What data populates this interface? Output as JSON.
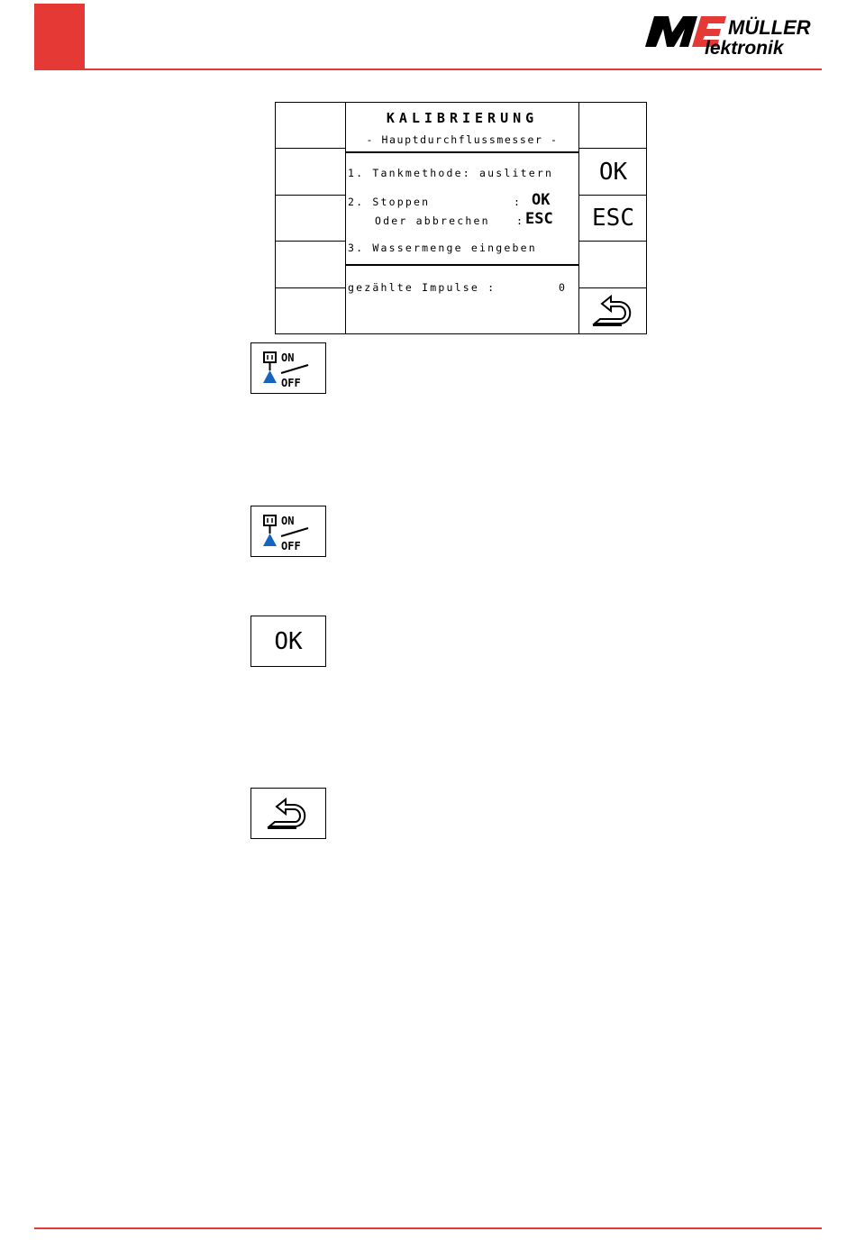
{
  "brand": {
    "logo_top": "MÜLLER",
    "logo_bottom": "lektronik",
    "logo_mark": "ME",
    "accent_color": "#e53935"
  },
  "screen": {
    "title": "KALIBRIERUNG",
    "subtitle": "- Hauptdurchflussmesser -",
    "step1": "1. Tankmethode: auslitern",
    "step2_label": "2. Stoppen",
    "step2_colon": ":",
    "step2_value": "OK",
    "step2b_label": "Oder abbrechen",
    "step2b_colon": ":",
    "step2b_value": "ESC",
    "step3": "3. Wassermenge eingeben",
    "impulse_label": "gezählte Impulse :",
    "impulse_value": "0",
    "softkeys_right": [
      "",
      "OK",
      "ESC",
      "",
      "back-icon"
    ]
  },
  "icons": {
    "onoff_label_on": "ON",
    "onoff_label_off": "OFF",
    "ok_label": "OK"
  }
}
